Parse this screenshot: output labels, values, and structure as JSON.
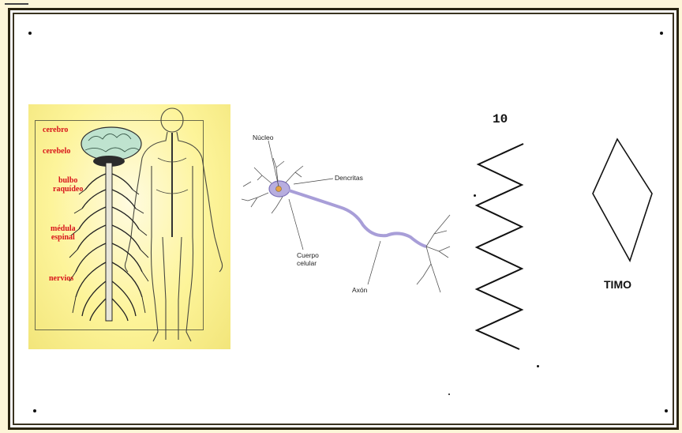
{
  "body_diagram": {
    "labels": [
      "cerebro",
      "cerebelo",
      "bulbo\nraquídeo",
      "médula\nespinal",
      "nervios"
    ]
  },
  "neuron_diagram": {
    "labels": {
      "nucleus": "Núcleo",
      "dendrites": "Dencritas",
      "cell_body": "Cuerpo\ncelular",
      "axon": "Axón"
    }
  },
  "zigzag": {
    "number": "10"
  },
  "diamond": {
    "label": "TIMO"
  },
  "colors": {
    "label_red": "#d8141a",
    "panel_yellow": "#fdf49a",
    "neuron_purple": "#9a8fd0"
  }
}
